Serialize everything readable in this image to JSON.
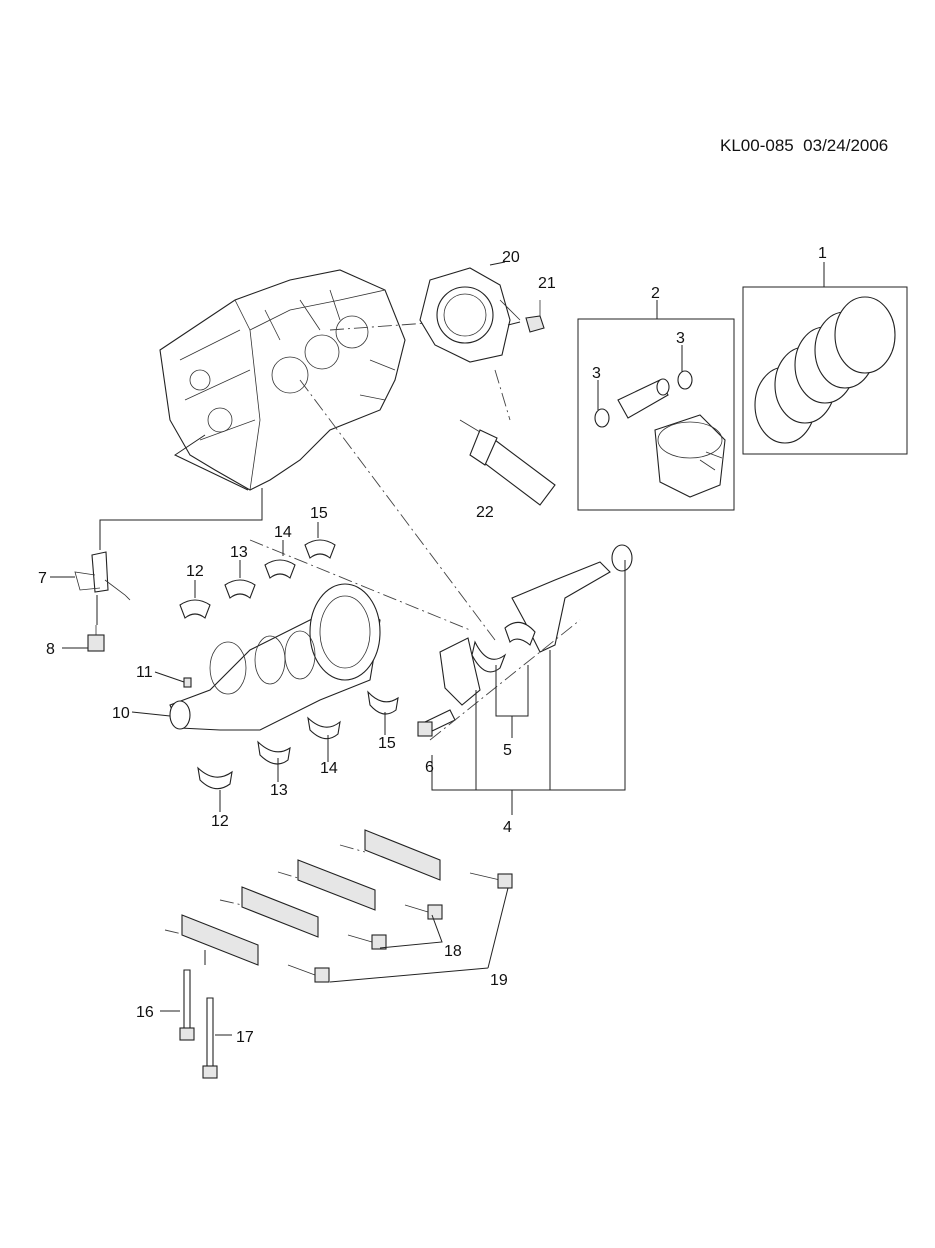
{
  "header": {
    "ref_code": "KL00-085  03/24/2006"
  },
  "callouts": {
    "c1": "1",
    "c2": "2",
    "c3a": "3",
    "c3b": "3",
    "c4": "4",
    "c5": "5",
    "c6": "6",
    "c7": "7",
    "c8": "8",
    "c10": "10",
    "c11": "11",
    "c12a": "12",
    "c12b": "12",
    "c13a": "13",
    "c13b": "13",
    "c14a": "14",
    "c14b": "14",
    "c15a": "15",
    "c15b": "15",
    "c16": "16",
    "c17": "17",
    "c18": "18",
    "c19": "19",
    "c20": "20",
    "c21": "21",
    "c22": "22"
  },
  "parts": [
    {
      "id": "1",
      "name": "piston-ring-set"
    },
    {
      "id": "2",
      "name": "piston-assembly"
    },
    {
      "id": "3",
      "name": "piston-pin-retainer"
    },
    {
      "id": "4",
      "name": "connecting-rod-assembly"
    },
    {
      "id": "5",
      "name": "connecting-rod-bearing"
    },
    {
      "id": "6",
      "name": "connecting-rod-bolt"
    },
    {
      "id": "7",
      "name": "oil-jet"
    },
    {
      "id": "8",
      "name": "oil-jet-bolt"
    },
    {
      "id": "10",
      "name": "crankshaft"
    },
    {
      "id": "11",
      "name": "crankshaft-key"
    },
    {
      "id": "12",
      "name": "main-bearing-12"
    },
    {
      "id": "13",
      "name": "main-bearing-13"
    },
    {
      "id": "14",
      "name": "main-bearing-14"
    },
    {
      "id": "15",
      "name": "main-bearing-15"
    },
    {
      "id": "16",
      "name": "bearing-cap-bolt-16"
    },
    {
      "id": "17",
      "name": "bearing-cap-bolt-17"
    },
    {
      "id": "18",
      "name": "bearing-cap-bolt-18"
    },
    {
      "id": "19",
      "name": "bearing-cap-bolt-19"
    },
    {
      "id": "20",
      "name": "rear-main-seal-housing"
    },
    {
      "id": "21",
      "name": "seal-housing-bolt"
    },
    {
      "id": "22",
      "name": "sealant-tube"
    }
  ]
}
